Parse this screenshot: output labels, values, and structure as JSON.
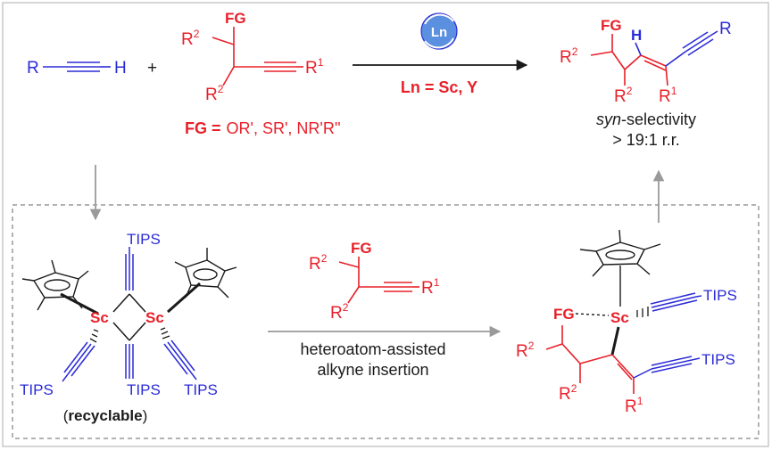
{
  "colors": {
    "red": "#e8202a",
    "blue": "#2b2bd6",
    "black": "#1a1a1a",
    "gray": "#9a9a9a",
    "catalyst_fill": "#5b8fe0"
  },
  "icons": [
    "catalyst-cycle-icon",
    "cyclopentadienyl-ring-icon"
  ],
  "top": {
    "terminal_alkyne": {
      "r": "R",
      "h": "H"
    },
    "plus": "+",
    "substrate": {
      "fg": "FG",
      "r2": "R",
      "r2_sup": "2",
      "r1": "R",
      "r1_sup": "1"
    },
    "fg_definition": {
      "label": "FG =",
      "options": "OR', SR', NR'R''"
    },
    "catalyst": {
      "badge": "Ln",
      "condition": "Ln = Sc, Y"
    },
    "product": {
      "fg": "FG",
      "h": "H",
      "r": "R",
      "r2": "R",
      "r2_sup": "2",
      "r1": "R",
      "r1_sup": "1",
      "selectivity_prefix": "syn",
      "selectivity_suffix": "-selectivity",
      "ratio": "> 19:1 r.r."
    }
  },
  "bottom": {
    "dimer": {
      "metal": "Sc",
      "tips": "TIPS",
      "recyclable_open": "(",
      "recyclable": "recyclable",
      "recyclable_close": ")"
    },
    "reagent": {
      "fg": "FG",
      "r2": "R",
      "r2_sup": "2",
      "r1": "R",
      "r1_sup": "1"
    },
    "step_line1": "heteroatom-assisted",
    "step_line2": "alkyne insertion",
    "intermediate": {
      "fg": "FG",
      "metal": "Sc",
      "tips": "TIPS",
      "r2": "R",
      "r2_sup": "2",
      "r1": "R",
      "r1_sup": "1"
    }
  }
}
